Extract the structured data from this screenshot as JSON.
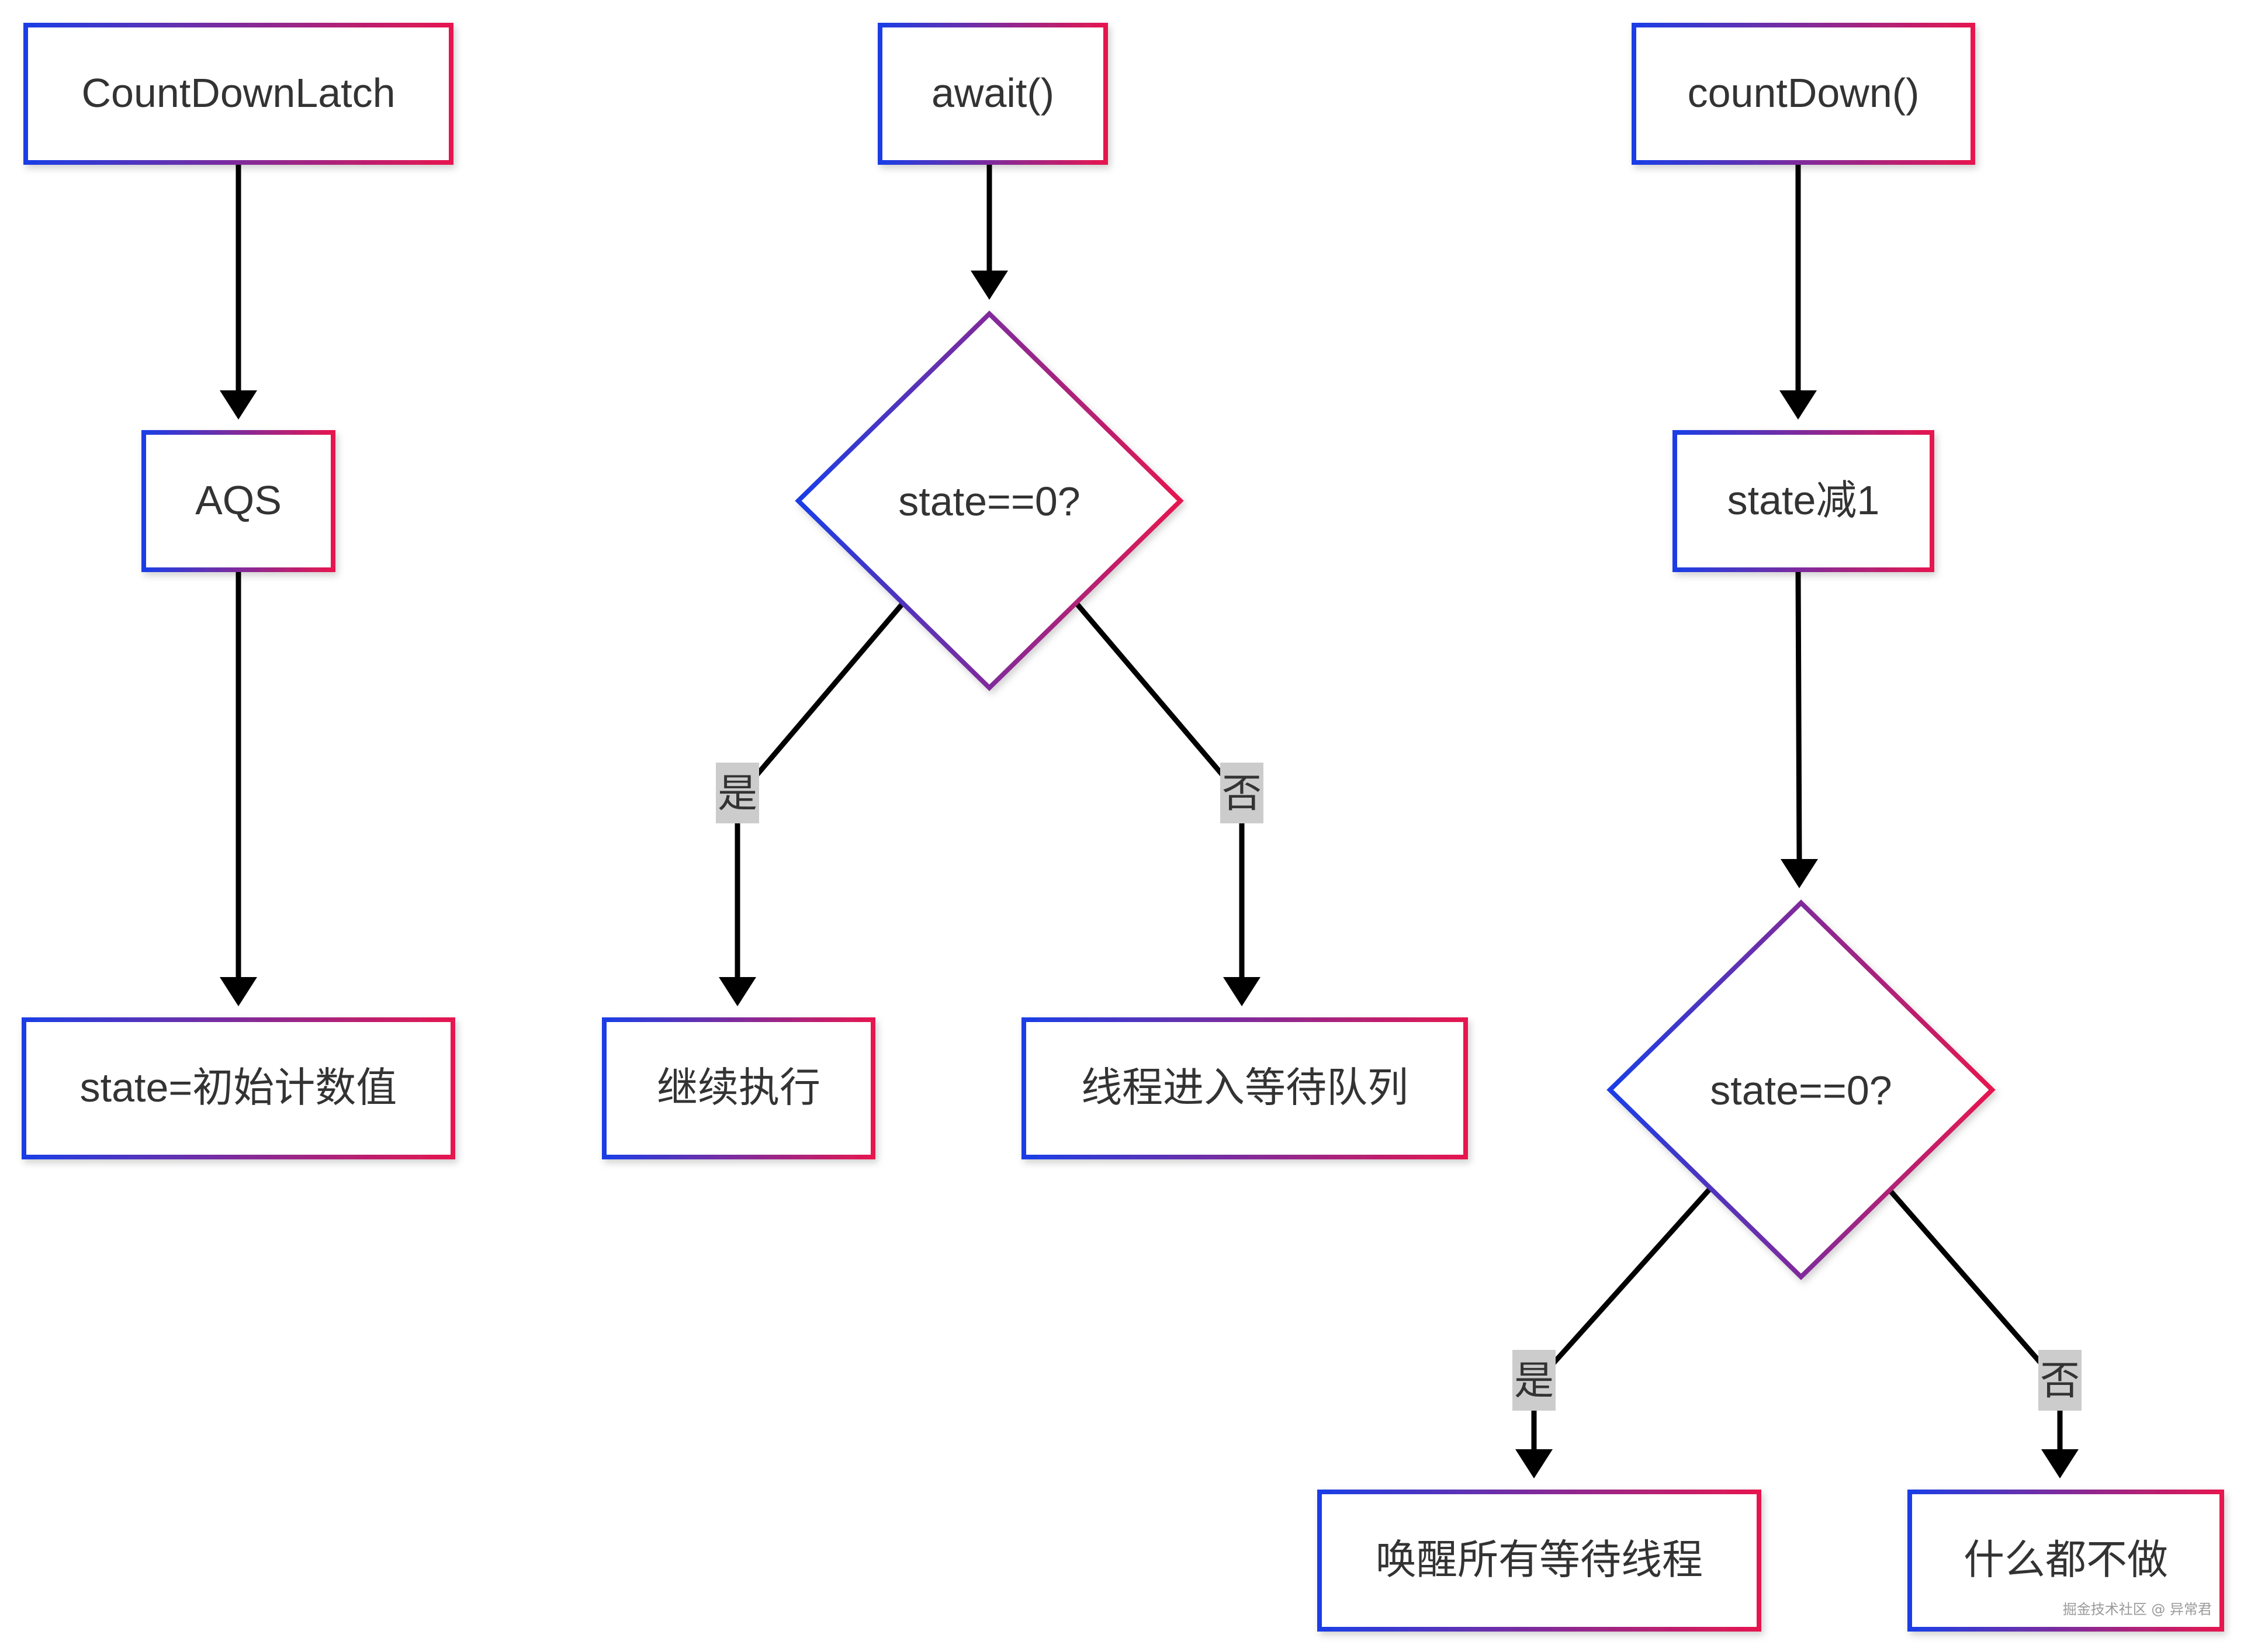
{
  "colors": {
    "gradient_start": "#1a3ee6",
    "gradient_end": "#e6174f",
    "edge": "#000000",
    "edge_label_bg": "#cccccc",
    "text": "#333333"
  },
  "nodes": {
    "countdownlatch": "CountDownLatch",
    "aqs": "AQS",
    "state_init": "state=初始计数值",
    "await": "await()",
    "await_check": "state==0?",
    "continue": "继续执行",
    "enqueue": "线程进入等待队列",
    "countdown": "countDown()",
    "decrement": "state减1",
    "countdown_check": "state==0?",
    "wake_all": "唤醒所有等待线程",
    "do_nothing": "什么都不做"
  },
  "edge_labels": {
    "await_yes": "是",
    "await_no": "否",
    "countdown_yes": "是",
    "countdown_no": "否"
  },
  "watermark": "掘金技术社区 @ 异常君"
}
